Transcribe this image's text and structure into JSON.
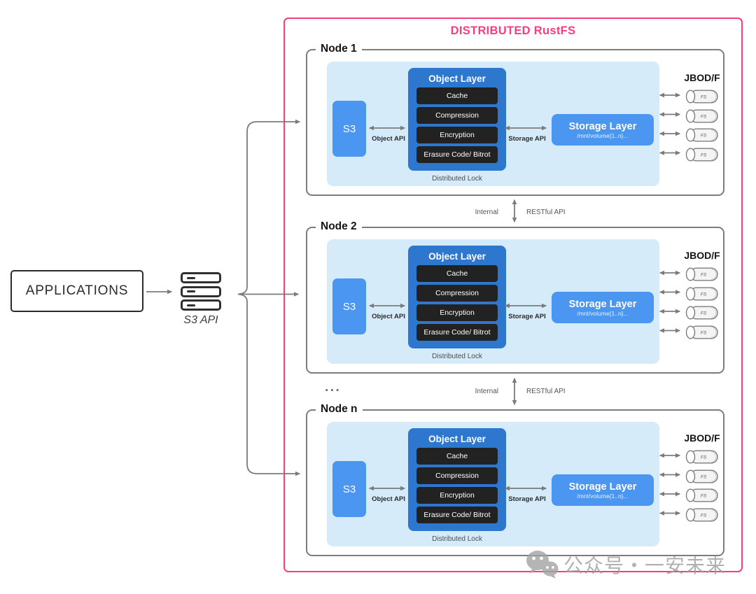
{
  "title": "DISTRIBUTED RustFS",
  "left": {
    "applications_label": "APPLICATIONS",
    "s3_api_label": "S3 API"
  },
  "node_common": {
    "s3_label": "S3",
    "object_api_label": "Object API",
    "object_layer_title": "Object Layer",
    "modules": [
      "Cache",
      "Compression",
      "Encryption",
      "Erasure Code/ Bitrot"
    ],
    "distributed_lock_label": "Distributed Lock",
    "storage_api_label": "Storage API",
    "storage_layer_title": "Storage Layer",
    "storage_layer_subtitle": "/mnt/volume{1..n}...",
    "jbod_label": "JBOD/F",
    "disk_label": "FS",
    "disk_count": 4
  },
  "nodes": [
    {
      "label": "Node 1"
    },
    {
      "label": "Node 2"
    },
    {
      "label": "Node n"
    }
  ],
  "internode": {
    "left_label": "Internal",
    "right_label": "RESTful API"
  },
  "ellipsis": "...",
  "watermark": {
    "text": "公众号・一安未来",
    "icon": "wechat-icon"
  },
  "colors": {
    "accent_pink": "#f53d80",
    "node_blue": "#4b96f0",
    "object_layer_blue": "#2d77cf",
    "module_black": "#222222",
    "panel_light_blue": "#d5ebfa",
    "line_gray": "#7b7b7b"
  }
}
